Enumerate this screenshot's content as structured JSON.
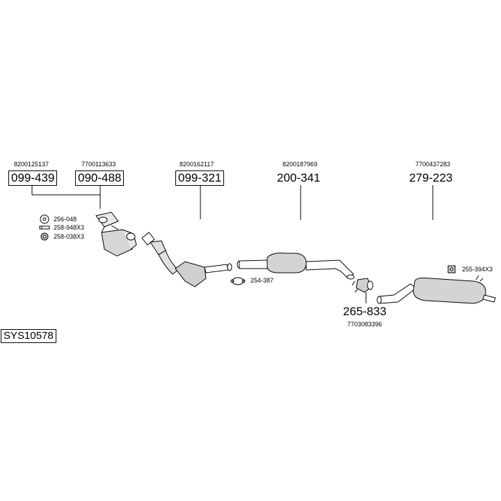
{
  "diagram": {
    "system_code": "SYS10578",
    "parts": [
      {
        "oe": "8200125137",
        "number": "099-439"
      },
      {
        "oe": "7700113633",
        "number": "090-488"
      },
      {
        "oe": "8200162117",
        "number": "099-321"
      },
      {
        "oe": "8200187969",
        "number": "200-341"
      },
      {
        "oe": "7700437283",
        "number": "279-223"
      },
      {
        "oe": "7703083396",
        "number": "265-833"
      }
    ],
    "hardware": [
      {
        "number": "256-048"
      },
      {
        "number": "258-948X3"
      },
      {
        "number": "258-038X3"
      },
      {
        "number": "254-387"
      },
      {
        "number": "255-394X3"
      }
    ]
  }
}
